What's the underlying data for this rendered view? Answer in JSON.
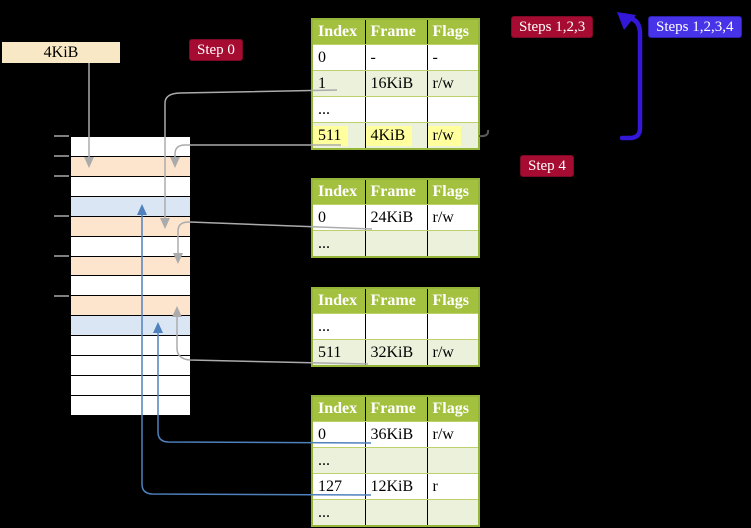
{
  "labels": {
    "frame_size": "4KiB",
    "step0": "Step 0",
    "steps123": "Steps 1,2,3",
    "steps1234": "Steps 1,2,3,4",
    "step4": "Step 4"
  },
  "table_columns": [
    "Index",
    "Frame",
    "Flags"
  ],
  "page_tables": [
    {
      "name": "page-table-top",
      "rows": [
        {
          "cells": [
            "0",
            "-",
            "-"
          ],
          "shaded": false,
          "highlight": false
        },
        {
          "cells": [
            "1",
            "16KiB",
            "r/w"
          ],
          "shaded": true,
          "highlight": false
        },
        {
          "cells": [
            "...",
            "",
            ""
          ],
          "shaded": false,
          "highlight": false
        },
        {
          "cells": [
            "511",
            "4KiB",
            "r/w"
          ],
          "shaded": true,
          "highlight": true
        }
      ]
    },
    {
      "name": "page-table-second",
      "rows": [
        {
          "cells": [
            "0",
            "24KiB",
            "r/w"
          ],
          "shaded": false,
          "highlight": false
        },
        {
          "cells": [
            "...",
            "",
            ""
          ],
          "shaded": true,
          "highlight": false
        }
      ]
    },
    {
      "name": "page-table-third",
      "rows": [
        {
          "cells": [
            "...",
            "",
            ""
          ],
          "shaded": false,
          "highlight": false
        },
        {
          "cells": [
            "511",
            "32KiB",
            "r/w"
          ],
          "shaded": true,
          "highlight": false
        }
      ]
    },
    {
      "name": "page-table-bottom",
      "rows": [
        {
          "cells": [
            "0",
            "36KiB",
            "r/w"
          ],
          "shaded": false,
          "highlight": false
        },
        {
          "cells": [
            "...",
            "",
            ""
          ],
          "shaded": true,
          "highlight": false
        },
        {
          "cells": [
            "127",
            "12KiB",
            "r"
          ],
          "shaded": false,
          "highlight": false
        },
        {
          "cells": [
            "...",
            "",
            ""
          ],
          "shaded": true,
          "highlight": false
        }
      ]
    }
  ],
  "memory": {
    "rows": [
      "white",
      "orange",
      "white",
      "blue",
      "orange",
      "white",
      "orange",
      "white",
      "orange",
      "blue",
      "white",
      "white",
      "white",
      "white"
    ]
  },
  "colors": {
    "table_header_bg": "#a3c13e",
    "table_border": "#94b43a",
    "table_row_alt_bg": "#ebf1da",
    "row_sep": "#bcd06b",
    "highlight_yellow": "#ffff9e",
    "mem_orange": "#fde5cd",
    "mem_blue": "#dbe6f4",
    "label_cream_bg": "#f8e8c5",
    "badge_red_bg": "#a60c31",
    "badge_blue_bg": "#4733e8",
    "grey_connector": "#ababab",
    "blue_connector": "#4f81bd",
    "big_arrow_blue": "#3318d9"
  }
}
